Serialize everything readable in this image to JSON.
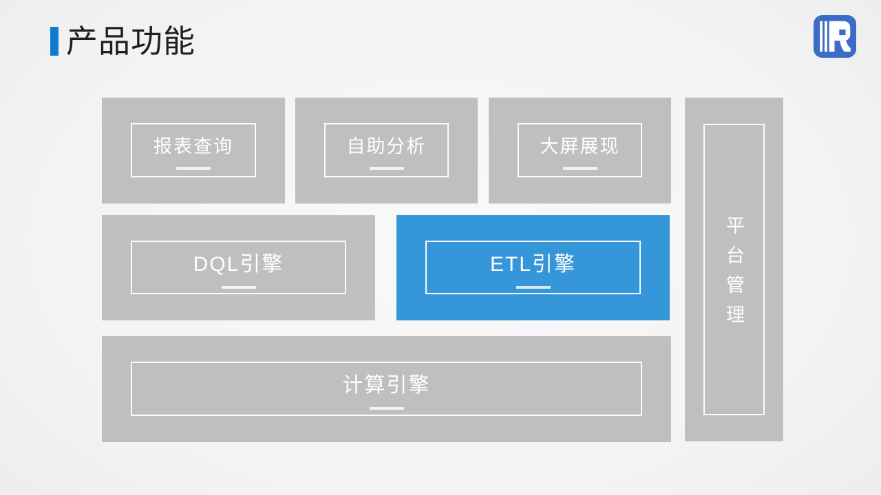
{
  "slide": {
    "title": "产品功能"
  },
  "logo": {
    "name": "runqian-r-logo",
    "glyph": "R",
    "color": "#3B6CC6"
  },
  "diagram": {
    "boxes": [
      {
        "id": "report-query",
        "label": "报表查询",
        "variant": "gray"
      },
      {
        "id": "self-service-analysis",
        "label": "自助分析",
        "variant": "gray"
      },
      {
        "id": "big-screen-display",
        "label": "大屏展现",
        "variant": "gray"
      },
      {
        "id": "dql-engine",
        "label": "DQL引擎",
        "variant": "gray"
      },
      {
        "id": "etl-engine",
        "label": "ETL引擎",
        "variant": "blue-highlight"
      },
      {
        "id": "compute-engine",
        "label": "计算引擎",
        "variant": "gray"
      },
      {
        "id": "platform-management",
        "label": "平台管理",
        "variant": "gray-vertical"
      }
    ],
    "colors": {
      "box_gray": "#BFBFBF",
      "box_highlight_blue": "#3596DA",
      "box_text": "#FFFFFF",
      "title_accent": "#0F7CD3"
    }
  }
}
